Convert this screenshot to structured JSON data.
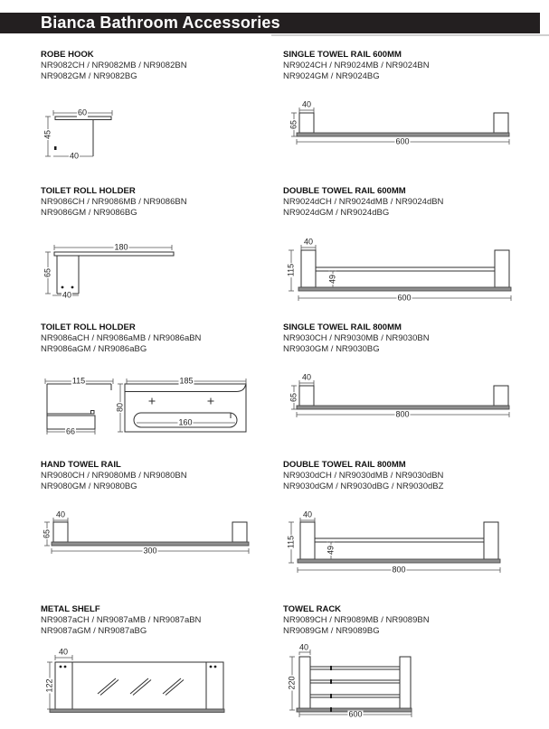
{
  "header": {
    "title": "Bianca Bathroom Accessories"
  },
  "colors": {
    "header_bg": "#231f20",
    "header_fg": "#ffffff",
    "line": "#2f2f2f",
    "rail_fill": "#8f8f8f"
  },
  "products": [
    {
      "name": "ROBE HOOK",
      "codes1": "NR9082CH / NR9082MB / NR9082BN",
      "codes2": "NR9082GM / NR9082BG",
      "dims": {
        "width": "60",
        "height": "45",
        "depth": "40"
      }
    },
    {
      "name": "SINGLE TOWEL RAIL 600MM",
      "codes1": "NR9024CH / NR9024MB / NR9024BN",
      "codes2": "NR9024GM / NR9024BG",
      "dims": {
        "post_width": "40",
        "post_height": "65",
        "length": "600"
      }
    },
    {
      "name": "TOILET ROLL HOLDER",
      "codes1": "NR9086CH / NR9086MB / NR9086BN",
      "codes2": "NR9086GM / NR9086BG",
      "dims": {
        "arm_length": "180",
        "height": "65",
        "plate_width": "40"
      }
    },
    {
      "name": "DOUBLE TOWEL RAIL 600MM",
      "codes1": "NR9024dCH / NR9024dMB / NR9024dBN",
      "codes2": "NR9024dGM / NR9024dBG",
      "dims": {
        "post_width": "40",
        "post_height": "115",
        "rail_gap": "49",
        "length": "600"
      }
    },
    {
      "name": "TOILET ROLL HOLDER",
      "codes1": "NR9086aCH / NR9086aMB / NR9086aBN",
      "codes2": "NR9086aGM / NR9086aBG",
      "dims": {
        "side_depth": "115",
        "side_base": "66",
        "front_width": "185",
        "front_height": "80",
        "roll_width": "160"
      }
    },
    {
      "name": "SINGLE TOWEL RAIL 800MM",
      "codes1": "NR9030CH / NR9030MB / NR9030BN",
      "codes2": "NR9030GM / NR9030BG",
      "dims": {
        "post_width": "40",
        "post_height": "65",
        "length": "800"
      }
    },
    {
      "name": "HAND TOWEL RAIL",
      "codes1": "NR9080CH / NR9080MB / NR9080BN",
      "codes2": "NR9080GM / NR9080BG",
      "dims": {
        "post_width": "40",
        "post_height": "65",
        "length": "300"
      }
    },
    {
      "name": "DOUBLE TOWEL RAIL 800MM",
      "codes1": "NR9030dCH / NR9030dMB / NR9030dBN",
      "codes2": "NR9030dGM / NR9030dBG / NR9030dBZ",
      "dims": {
        "post_width": "40",
        "post_height": "115",
        "rail_gap": "49",
        "length": "800"
      }
    },
    {
      "name": "METAL SHELF",
      "codes1": "NR9087aCH / NR9087aMB / NR9087aBN",
      "codes2": "NR9087aGM / NR9087aBG",
      "dims": {
        "bracket_width": "40",
        "depth": "122"
      }
    },
    {
      "name": "TOWEL RACK",
      "codes1": "NR9089CH / NR9089MB / NR9089BN",
      "codes2": "NR9089GM / NR9089BG",
      "dims": {
        "post_width": "40",
        "depth": "220",
        "length": "600"
      }
    }
  ]
}
